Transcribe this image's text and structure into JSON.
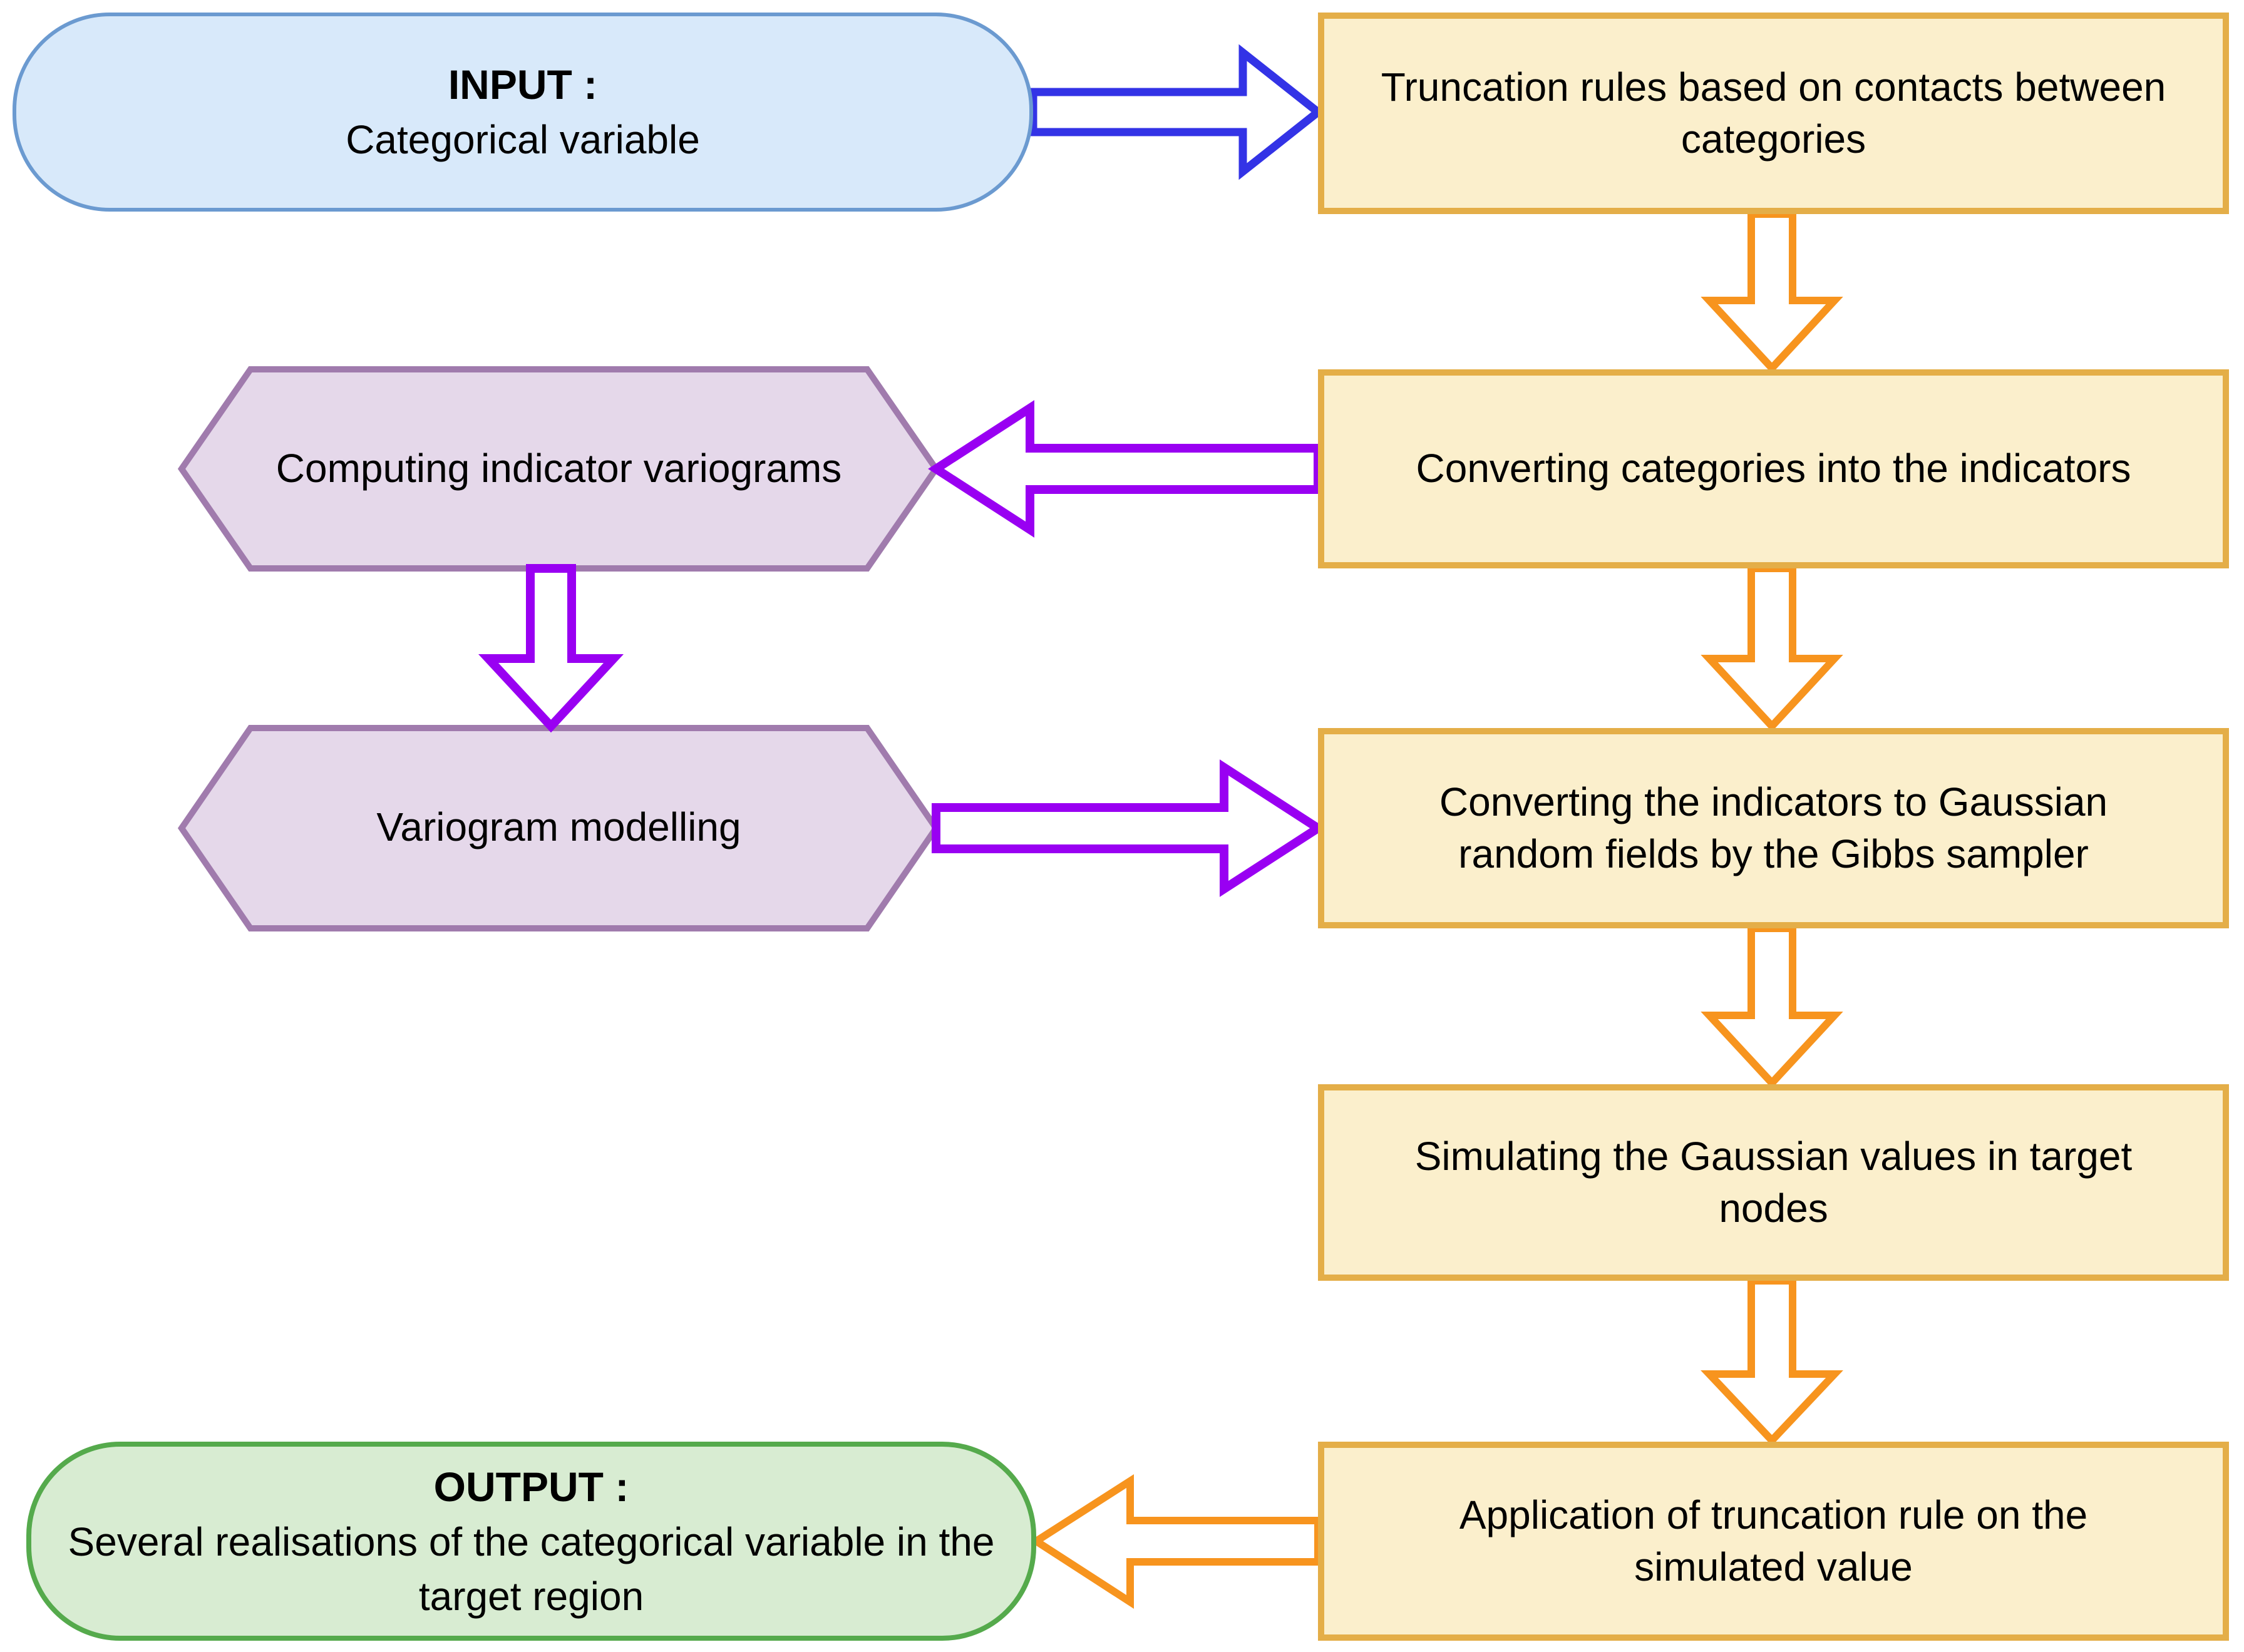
{
  "diagram": {
    "nodes": {
      "input": {
        "title": "INPUT :",
        "subtitle": "Categorical variable"
      },
      "truncation_rules": "Truncation rules based on contacts between\ncategories",
      "converting_categories": "Converting categories into the indicators",
      "computing_variograms": "Computing indicator variograms",
      "variogram_modelling": "Variogram modelling",
      "converting_indicators": "Converting the indicators to Gaussian\nrandom fields by the Gibbs sampler",
      "simulating_gaussian": "Simulating the Gaussian values in target\nnodes",
      "application_truncation": "Application of truncation rule on the\nsimulated value",
      "output": {
        "title": "OUTPUT :",
        "subtitle": "Several realisations of the categorical variable in\nthe target region"
      }
    },
    "colors": {
      "input_fill": "#d8e9fa",
      "input_border": "#6b9ad0",
      "process_fill": "#fbefcc",
      "process_border": "#e4ae48",
      "hexagon_fill": "#e5d8ea",
      "hexagon_border": "#a07bad",
      "output_fill": "#d8ecd2",
      "output_border": "#55aa4c",
      "arrow_blue": "#3333e6",
      "arrow_orange": "#f7941e",
      "arrow_purple": "#9900f2",
      "text": "#000000"
    }
  }
}
